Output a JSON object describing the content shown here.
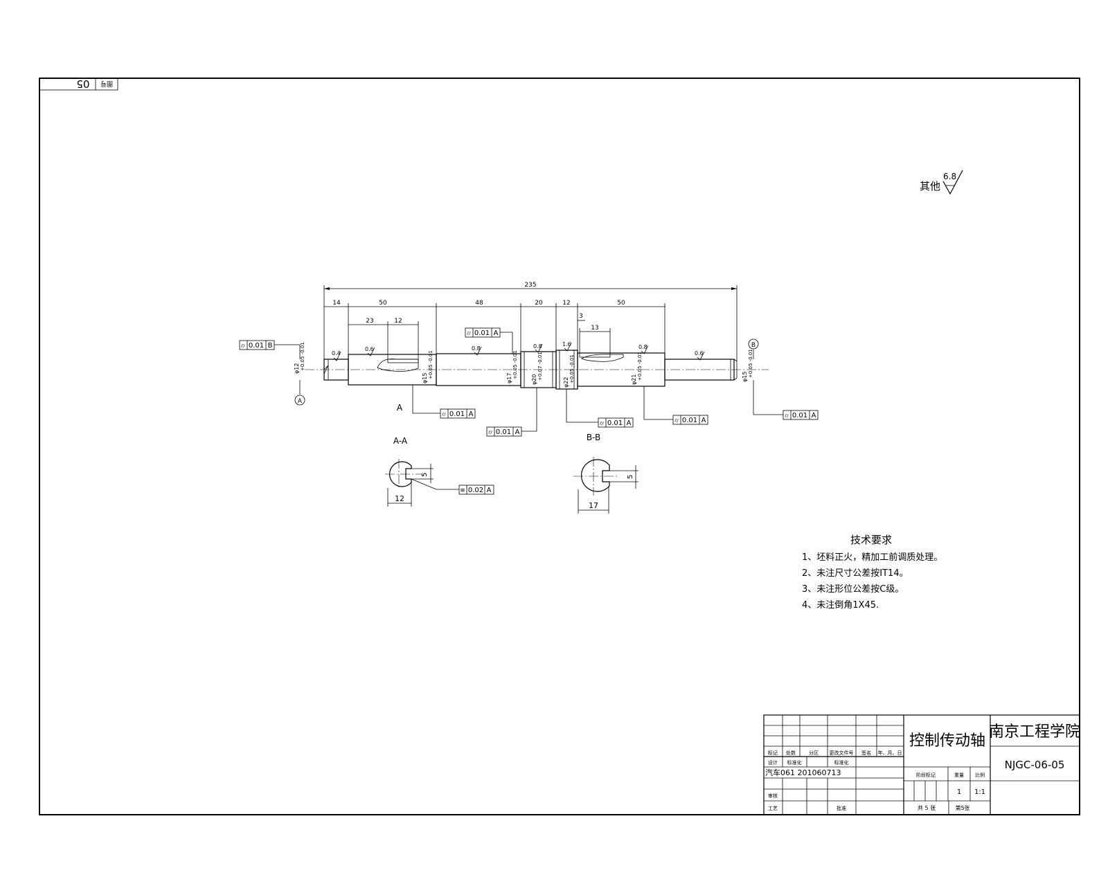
{
  "sheet": {
    "corner_tag": "05",
    "corner_tag_label": "图号"
  },
  "other_surface": {
    "label": "其他",
    "roughness": "6.8"
  },
  "dimensions": {
    "overall": "235",
    "segments": [
      "14",
      "50",
      "48",
      "20",
      "12",
      "50"
    ],
    "keyway_a_pos": "23",
    "keyway_a_len": "12",
    "keyway_b_offset": "3",
    "keyway_b_len": "13",
    "diameters": [
      {
        "label": "φ12",
        "tol": "+0.05 -0.01"
      },
      {
        "label": "φ15",
        "tol": "+0.05 -0.01"
      },
      {
        "label": "φ17",
        "tol": "+0.05 -0.01"
      },
      {
        "label": "φ20",
        "tol": "+0.07 -0.01"
      },
      {
        "label": "φ22",
        "tol": "+0.05 -0.01"
      },
      {
        "label": "φ21",
        "tol": "+0.05 -0.01"
      },
      {
        "label": "φ15",
        "tol": "+0.05 -0.01"
      }
    ]
  },
  "roughness_marks": [
    "0.4",
    "0.6",
    "0.8",
    "0.8",
    "1.6",
    "0.8",
    "0.6"
  ],
  "datums": {
    "a": "A",
    "b": "B"
  },
  "tolerance_frames": [
    {
      "sym": "⌭",
      "value": "0.01",
      "datum": "B"
    },
    {
      "sym": "⌭",
      "value": "0.01",
      "datum": "A"
    },
    {
      "sym": "⌭",
      "value": "0.01",
      "datum": "A"
    },
    {
      "sym": "⌭",
      "value": "0.01",
      "datum": "A"
    },
    {
      "sym": "⌭",
      "value": "0.01",
      "datum": "A"
    },
    {
      "sym": "⌭",
      "value": "0.01",
      "datum": "A"
    },
    {
      "sym": "⌭",
      "value": "0.01",
      "datum": "A"
    },
    {
      "sym": "≡",
      "value": "0.02",
      "datum": "A"
    }
  ],
  "section_marker": "A",
  "sections": {
    "aa": {
      "title": "A-A",
      "width": "12",
      "key": "5"
    },
    "bb": {
      "title": "B-B",
      "width": "17",
      "key": "5"
    }
  },
  "tech_requirements": {
    "title": "技术要求",
    "items": [
      "1、坯料正火，精加工前调质处理。",
      "2、未注尺寸公差按IT14。",
      "3、未注形位公差按C级。",
      "4、未注倒角1X45."
    ]
  },
  "title_block": {
    "part_name": "控制传动轴",
    "school": "南京工程学院",
    "drawing_no": "NJGC-06-05",
    "headers": [
      "标记",
      "处数",
      "分区",
      "更改文件号",
      "签名",
      "年、月、日"
    ],
    "design_label": "设计",
    "standard_label": "标准化",
    "std_label2": "标准化",
    "designer": "汽车061  201060713",
    "review_label": "审核",
    "process_label": "工艺",
    "approve_label": "批准",
    "stage_label": "阶段标记",
    "weight_label": "重量",
    "scale_label": "比例",
    "quantity": "1",
    "scale": "1:1",
    "sheets": "共 5 张",
    "sheet_no": "第5张"
  }
}
